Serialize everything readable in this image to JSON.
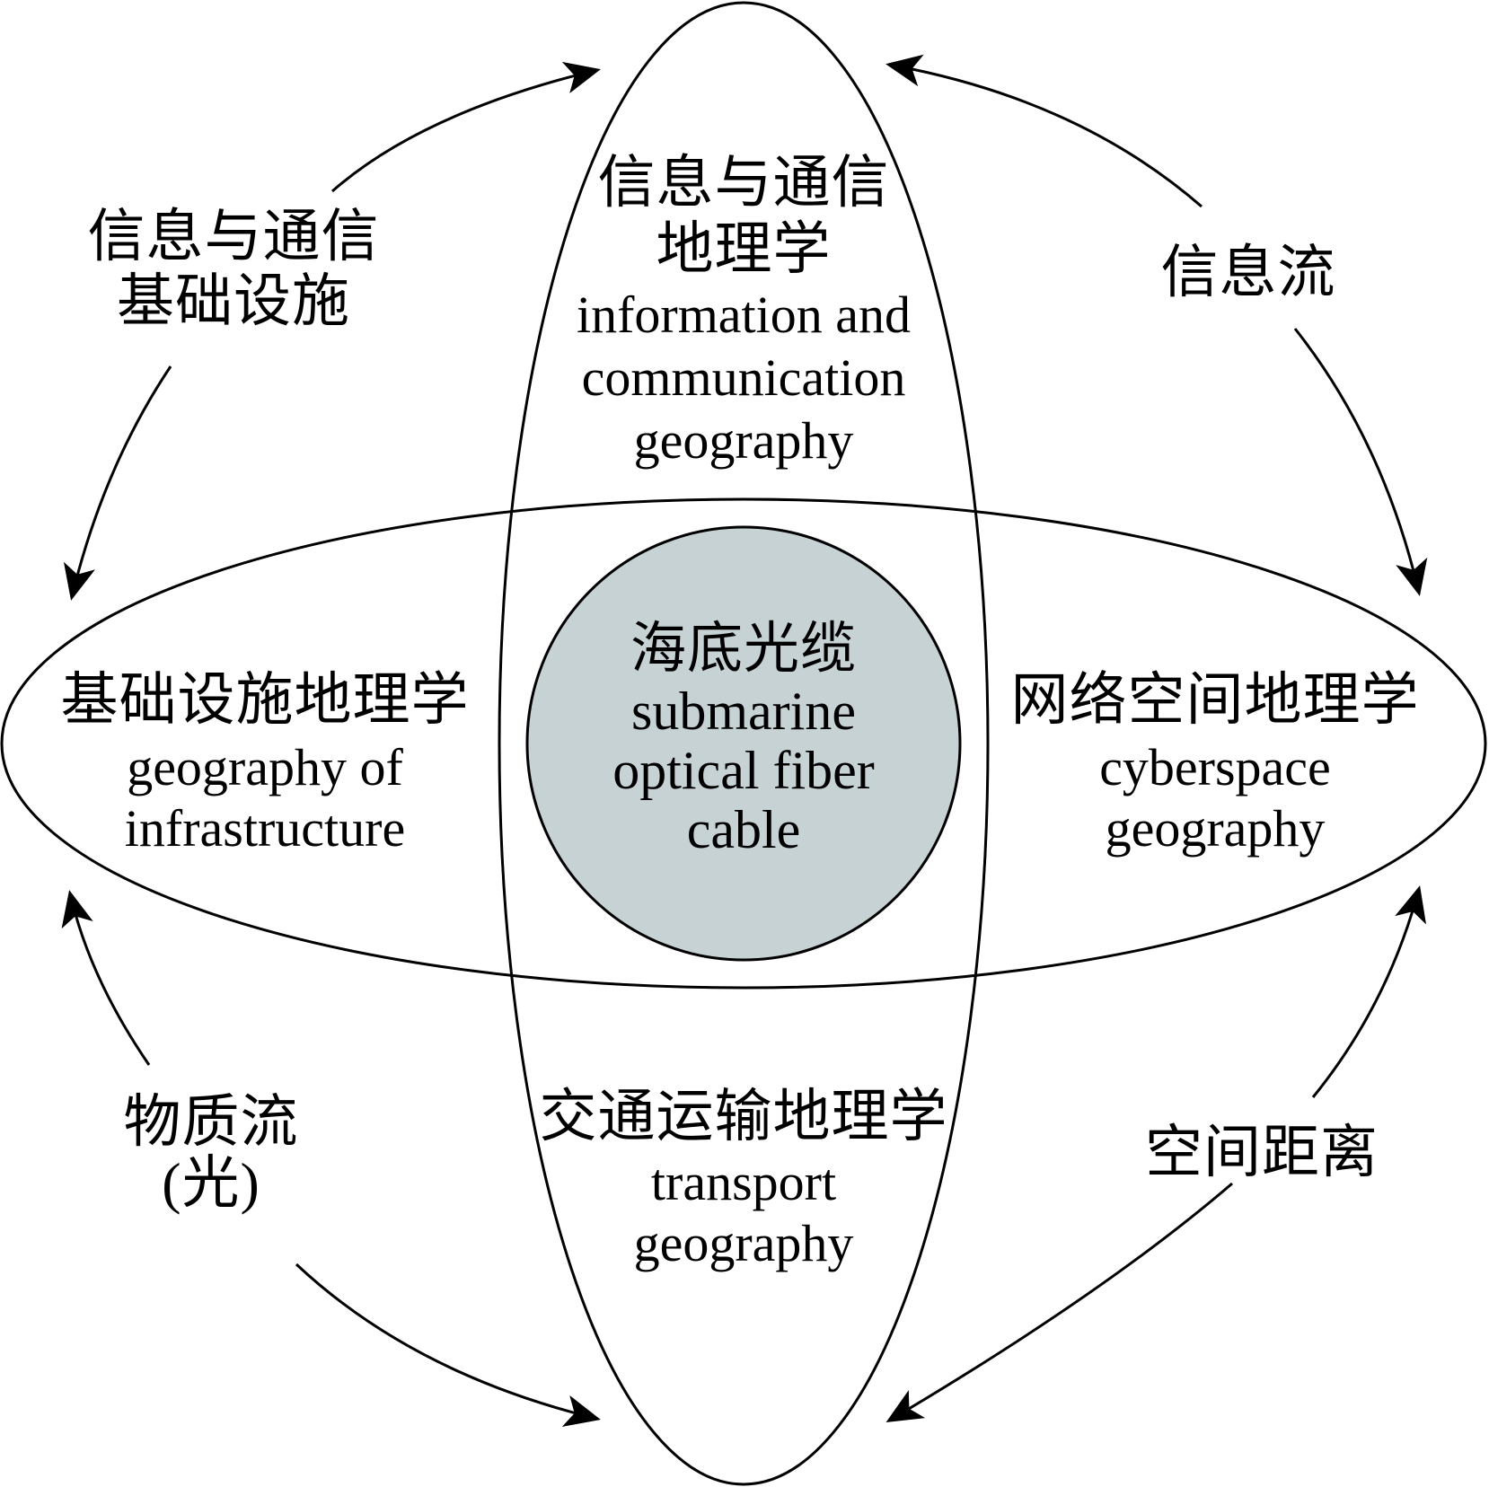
{
  "colors": {
    "stroke": "#000000",
    "center_fill": "#c7d2d4",
    "background": "#ffffff"
  },
  "center": {
    "zh": "海底光缆",
    "en_lines": [
      "submarine",
      "optical fiber",
      "cable"
    ]
  },
  "ellipses": {
    "top": {
      "zh_lines": [
        "信息与通信",
        "地理学"
      ],
      "en_lines": [
        "information and",
        "communication",
        "geography"
      ]
    },
    "left": {
      "zh_lines": [
        "基础设施地理学"
      ],
      "en_lines": [
        "geography of",
        "infrastructure"
      ]
    },
    "right": {
      "zh_lines": [
        "网络空间地理学"
      ],
      "en_lines": [
        "cyberspace",
        "geography"
      ]
    },
    "bottom": {
      "zh_lines": [
        "交通运输地理学"
      ],
      "en_lines": [
        "transport",
        "geography"
      ]
    }
  },
  "connectors": {
    "top_left": {
      "lines": [
        "信息与通信",
        "基础设施"
      ]
    },
    "top_right": {
      "lines": [
        "信息流"
      ]
    },
    "bottom_left": {
      "lines": [
        "物质流",
        "(光)"
      ]
    },
    "bottom_right": {
      "lines": [
        "空间距离"
      ]
    }
  }
}
